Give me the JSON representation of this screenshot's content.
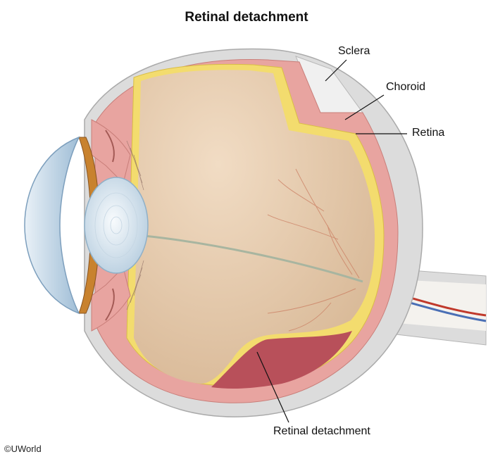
{
  "title": "Retinal detachment",
  "labels": {
    "sclera": "Sclera",
    "choroid": "Choroid",
    "retina": "Retina",
    "retinal_detachment": "Retinal detachment"
  },
  "copyright": "©UWorld",
  "colors": {
    "sclera": "#dcdcdc",
    "choroid": "#e8a4a0",
    "retina": "#f3dc6e",
    "vitreous": "#e2c7a8",
    "cornea": "#bcd5e8",
    "iris": "#c8822e",
    "lens": "#e8f0f6",
    "optic_nerve": "#f4f2ee",
    "vessel_red": "#c0392b",
    "vessel_blue": "#4a6fb5"
  }
}
